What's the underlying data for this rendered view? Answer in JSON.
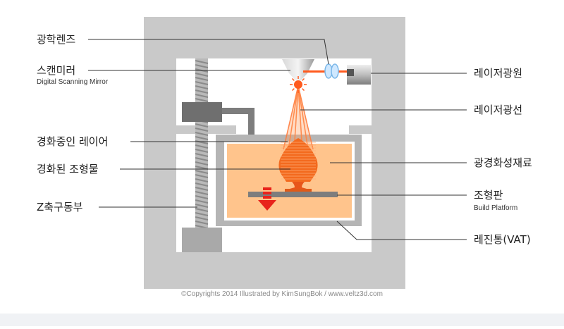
{
  "labels_left": {
    "optical_lens": "광학렌즈",
    "scan_mirror": "스캔미러",
    "scan_mirror_en": "Digital Scanning Mirror",
    "curing_layer": "경화중인 레이어",
    "cured_object": "경화된 조형물",
    "z_axis": "Z축구동부"
  },
  "labels_right": {
    "laser_source": "레이저광원",
    "laser_beam": "레이저광선",
    "photopolymer": "광경화성재료",
    "build_plate": "조형판",
    "build_plate_en": "Build Platform",
    "resin_vat": "레진통(VAT)"
  },
  "copyright": "©Copyrights 2014 Illustrated by KimSungBok / www.veltz3d.com",
  "colors": {
    "frame": "#c9c9c9",
    "resin": "#ffc48c",
    "laser": "#ff5a1e",
    "cured": "#f36a1e",
    "arrow": "#e8231b",
    "metal": "#8e8e8e"
  }
}
